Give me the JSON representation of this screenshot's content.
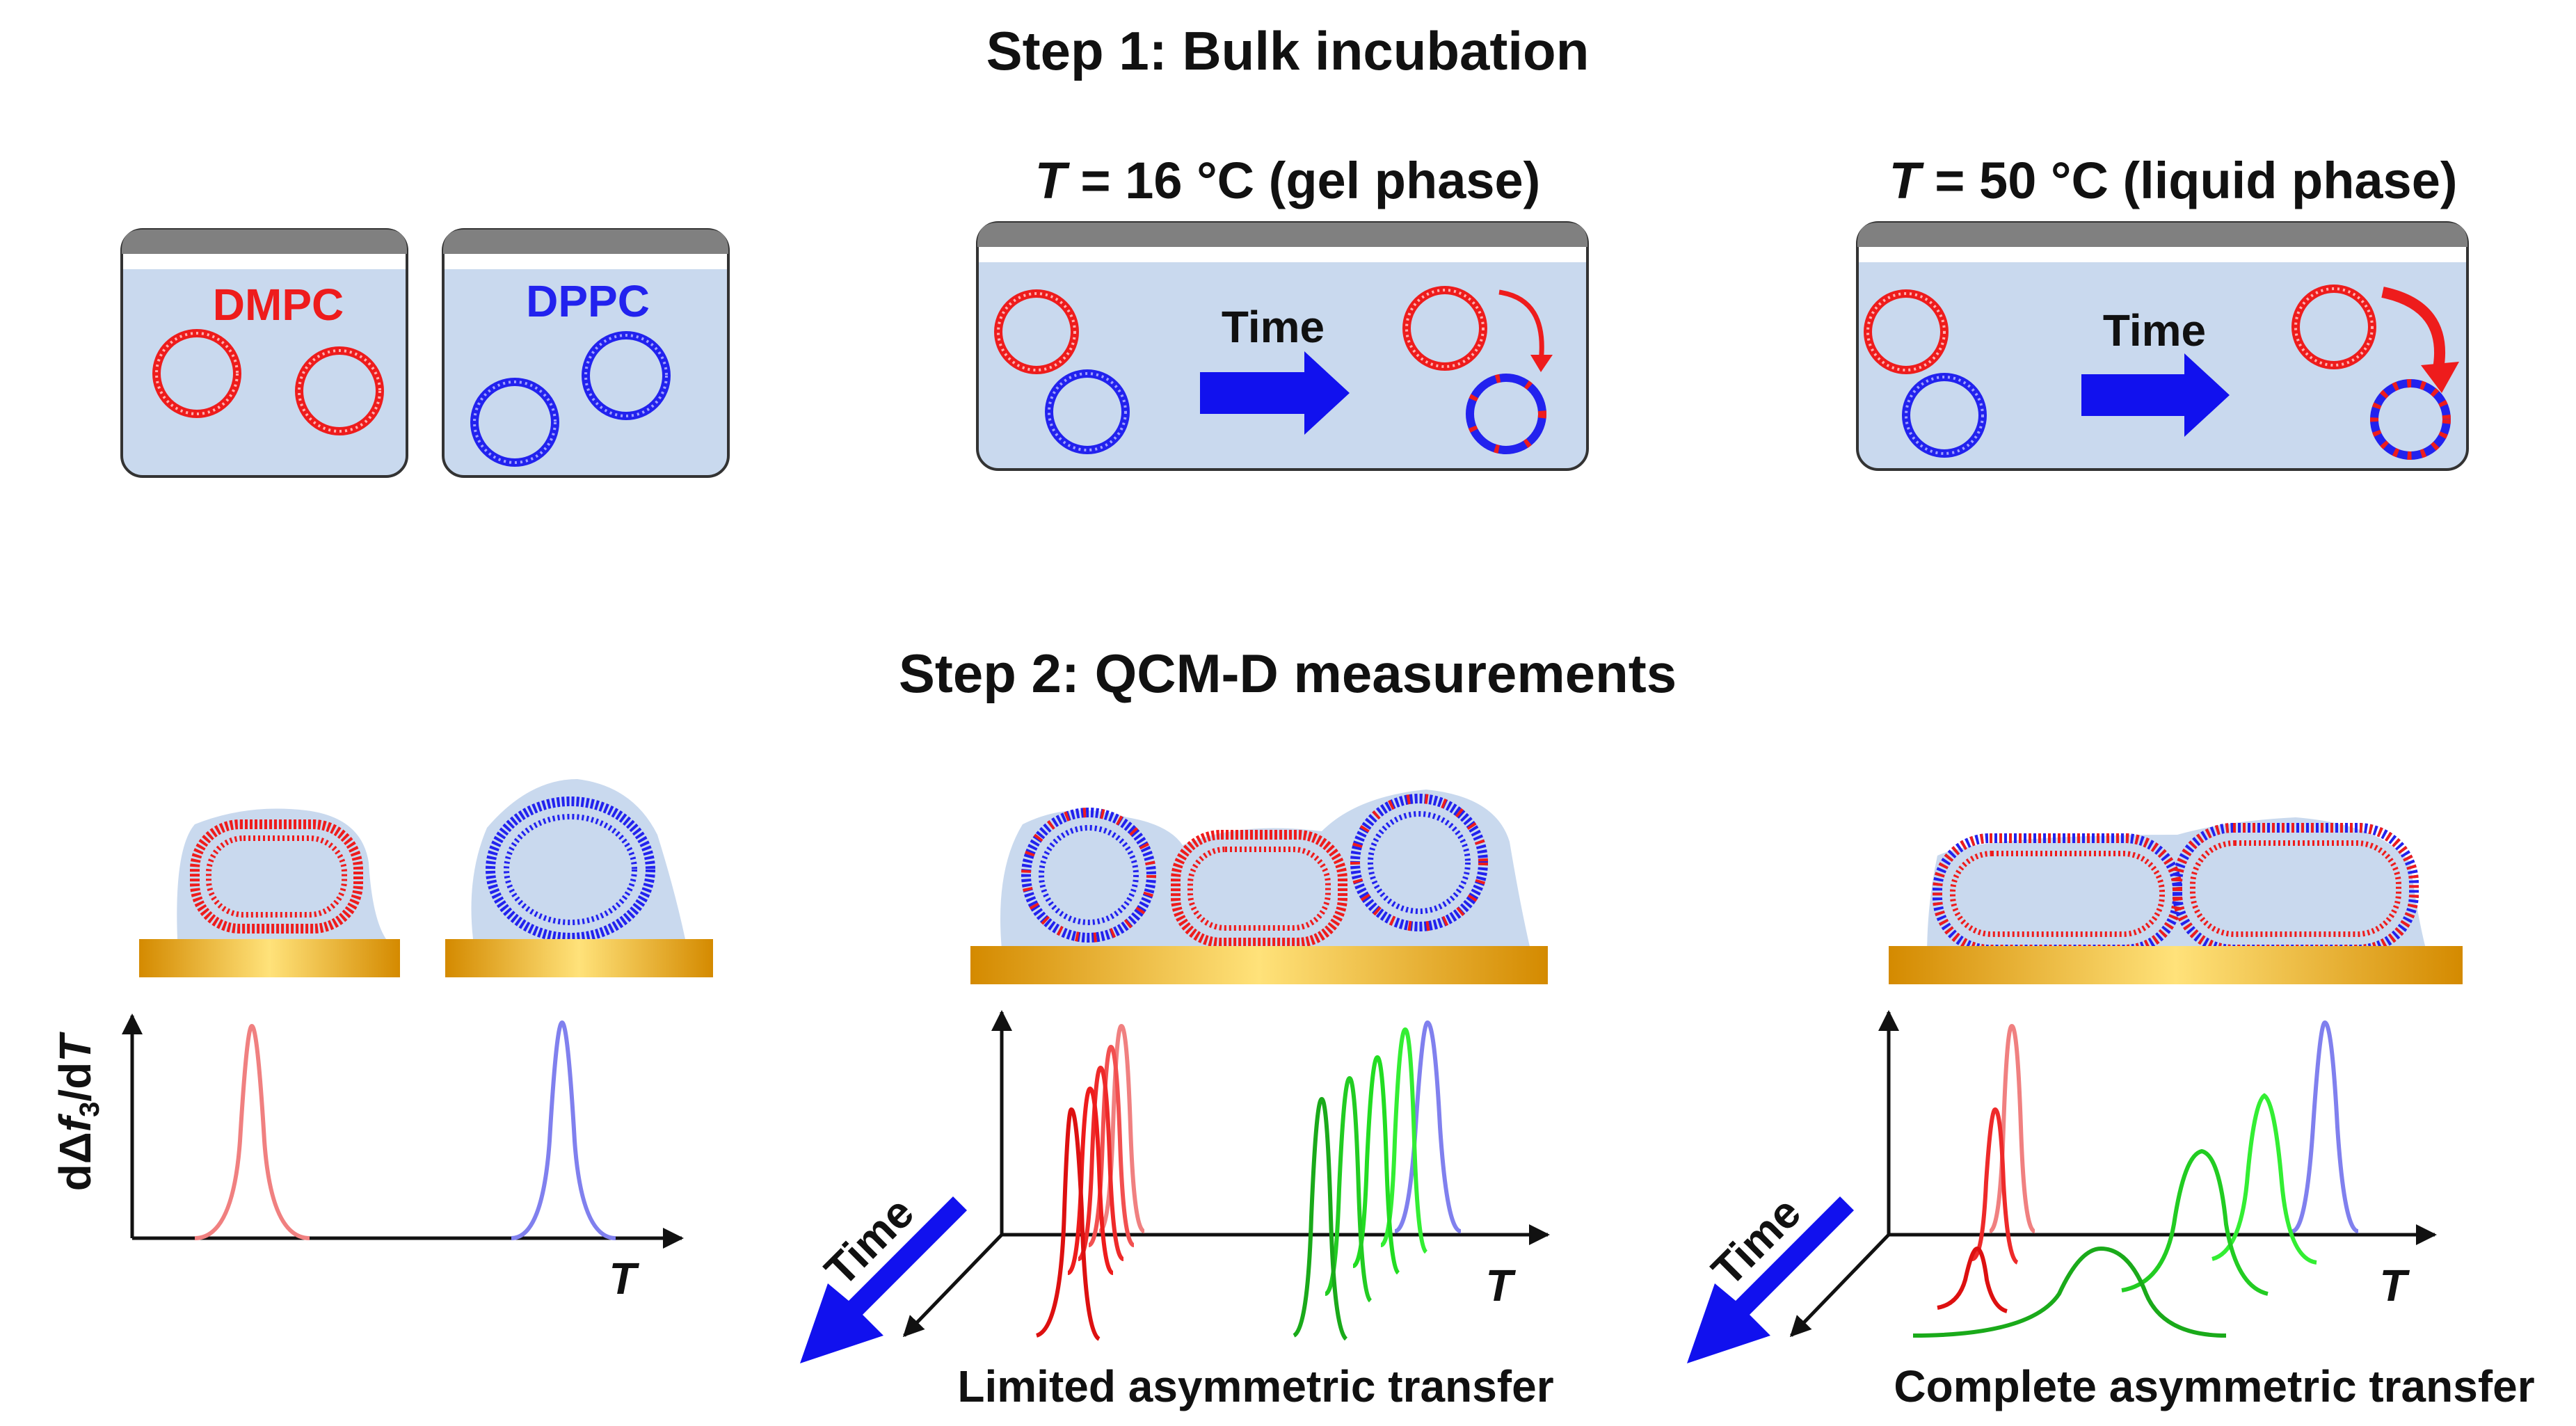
{
  "step1": {
    "title": "Step 1: Bulk incubation",
    "dmpc_label": "DMPC",
    "dppc_label": "DPPC",
    "gel": {
      "t": "T",
      "rest": " = 16 °C (gel phase)",
      "time": "Time"
    },
    "liquid": {
      "t": "T",
      "rest": " = 50 °C (liquid phase)",
      "time": "Time"
    }
  },
  "step2": {
    "title": "Step 2: QCM-D measurements",
    "ylabel": {
      "a": "dΔ",
      "f": "f",
      "sub": "3",
      "b": "/d",
      "t": "T"
    },
    "xlabel": "T",
    "time_label": "Time",
    "limited": "Limited asymmetric transfer",
    "complete": "Complete asymmetric transfer"
  },
  "colors": {
    "dmpc": "#ee1c1c",
    "dppc": "#2222ee",
    "buffer": "#c9d9ee",
    "lid": "#808080",
    "gold": "#e8a60e",
    "green": "#22cc22",
    "arrow": "#1111ee"
  }
}
